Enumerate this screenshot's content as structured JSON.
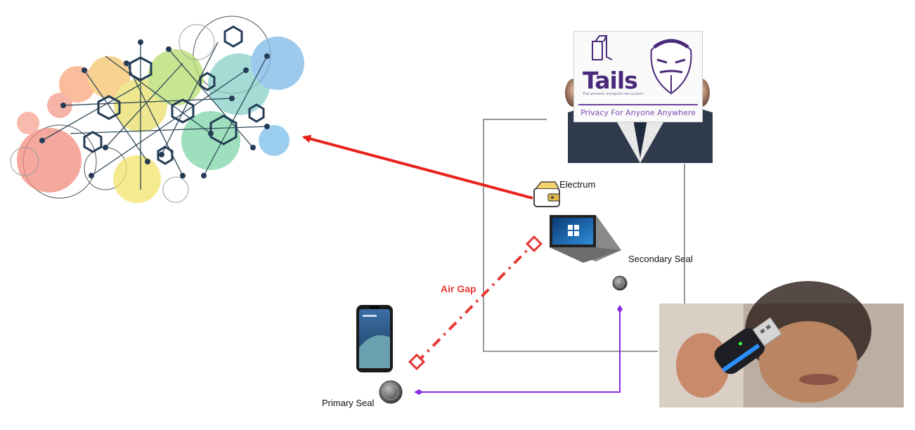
{
  "labels": {
    "electrum": "Electrum",
    "secondary_seal": "Secondary Seal",
    "primary_seal": "Primary Seal",
    "air_gap": "Air Gap"
  },
  "tails_card": {
    "title": "Tails",
    "subtitle": "The amnesic incognito live system",
    "tagline": "Privacy For Anyone Anywhere"
  },
  "colors": {
    "red_arrow": "#e8221b",
    "air_gap_line": "#e53935",
    "purple_link": "#8a2be2",
    "frame_line": "#333333",
    "tails_purple": "#4a2a7a"
  },
  "icons": {
    "network": "gears-network-illustration",
    "tails": "tails-sign-photo",
    "wallet": "wallet-icon",
    "laptop": "laptop-icon",
    "phone": "smartphone-icon",
    "coin": "coin-icon",
    "usb": "usb-drive-photo"
  }
}
